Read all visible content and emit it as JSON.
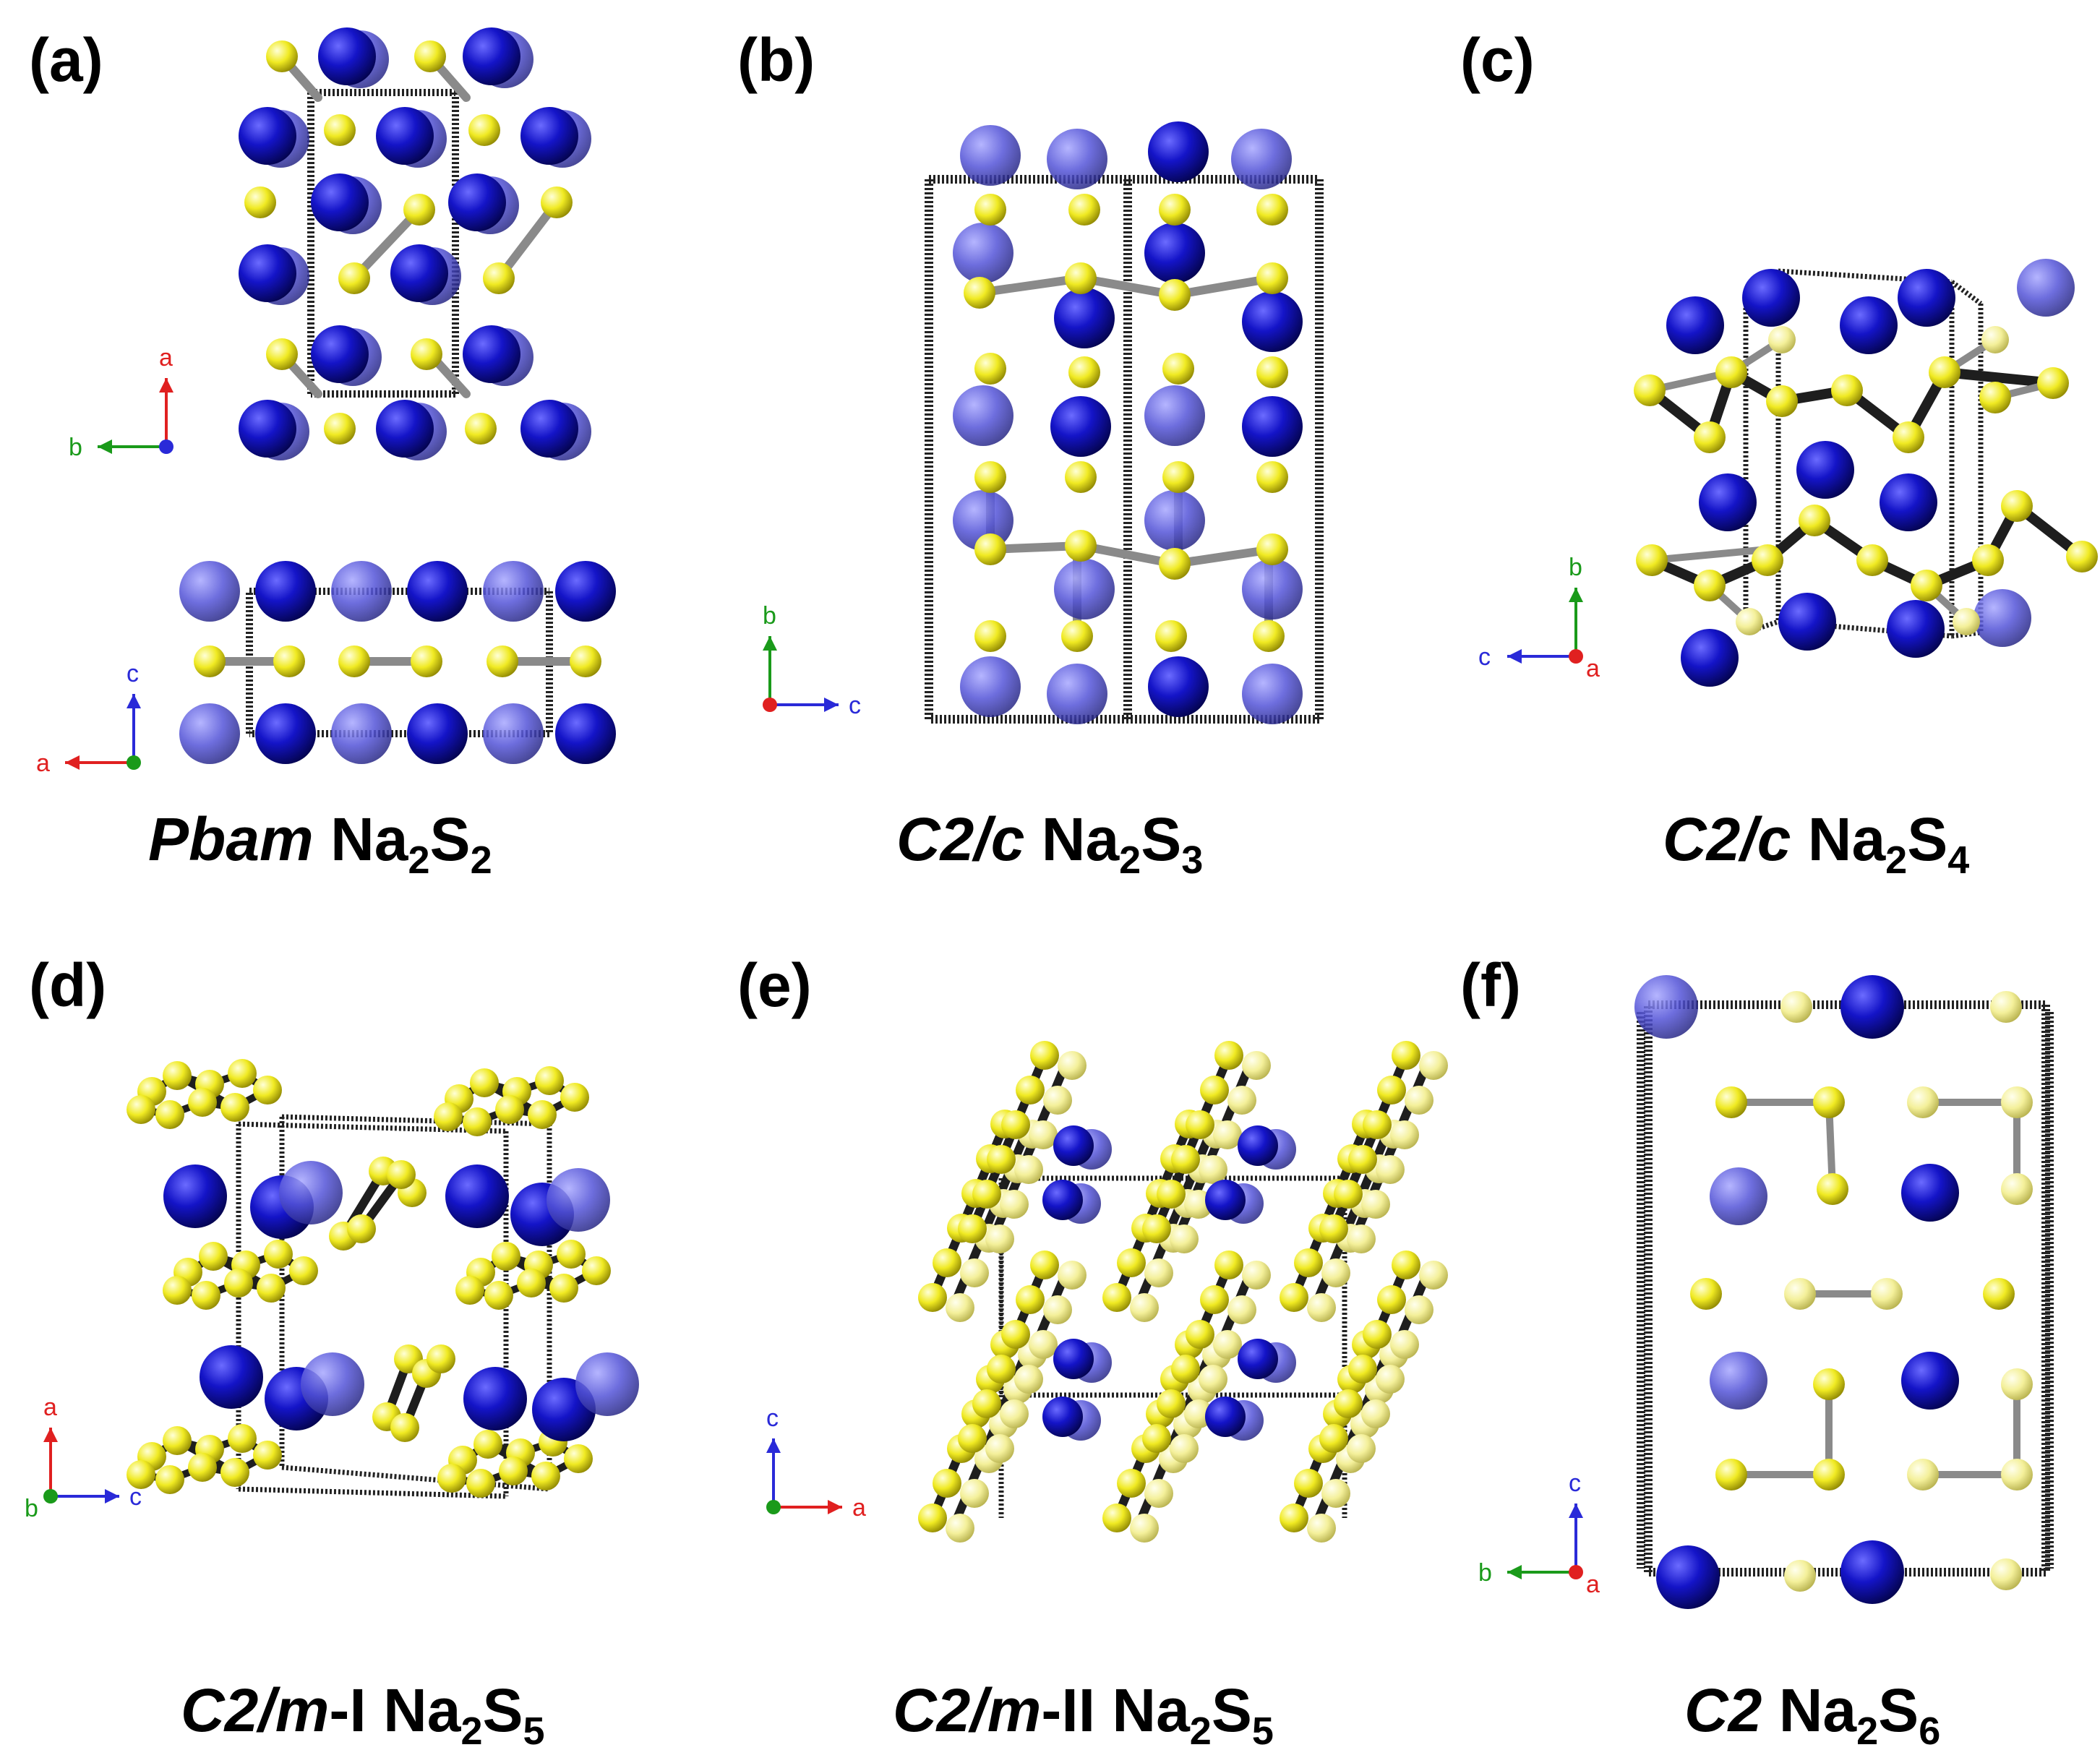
{
  "figure": {
    "colors": {
      "na_atom": "#0a0aa8",
      "na_atom_faint": "#5a5ad8",
      "s_atom": "#f2ee2a",
      "bond": "#555555",
      "cell_edge": "#222222",
      "axis_a": "#e02020",
      "axis_b": "#1a9a1a",
      "axis_c": "#2a2ad8"
    },
    "panels": [
      {
        "id": "a",
        "label": "(a)",
        "caption": {
          "space_group": "Pbam",
          "formula_base": "Na",
          "n1": "2",
          "element2": "S",
          "n2": "2"
        },
        "axes_views": [
          {
            "up": "a",
            "horizontal": "b",
            "out": ""
          },
          {
            "up": "c",
            "horizontal": "a",
            "out": ""
          }
        ]
      },
      {
        "id": "b",
        "label": "(b)",
        "caption": {
          "space_group": "C2/c",
          "formula_base": "Na",
          "n1": "2",
          "element2": "S",
          "n2": "3"
        },
        "axes_views": [
          {
            "up": "b",
            "horizontal": "c",
            "out": ""
          }
        ]
      },
      {
        "id": "c",
        "label": "(c)",
        "caption": {
          "space_group": "C2/c",
          "formula_base": "Na",
          "n1": "2",
          "element2": "S",
          "n2": "4"
        },
        "axes_views": [
          {
            "up": "b",
            "horizontal": "c",
            "out": "a"
          }
        ]
      },
      {
        "id": "d",
        "label": "(d)",
        "caption": {
          "space_group": "C2/m",
          "suffix": "-I",
          "formula_base": "Na",
          "n1": "2",
          "element2": "S",
          "n2": "5"
        },
        "axes_views": [
          {
            "up": "a",
            "horizontal": "c",
            "out": "b"
          }
        ]
      },
      {
        "id": "e",
        "label": "(e)",
        "caption": {
          "space_group": "C2/m",
          "suffix": "-II",
          "formula_base": "Na",
          "n1": "2",
          "element2": "S",
          "n2": "5"
        },
        "axes_views": [
          {
            "up": "c",
            "horizontal": "a",
            "out": ""
          }
        ]
      },
      {
        "id": "f",
        "label": "(f)",
        "caption": {
          "space_group": "C2",
          "formula_base": "Na",
          "n1": "2",
          "element2": "S",
          "n2": "6"
        },
        "axes_views": [
          {
            "up": "c",
            "horizontal": "b",
            "out": "a"
          }
        ]
      }
    ]
  }
}
